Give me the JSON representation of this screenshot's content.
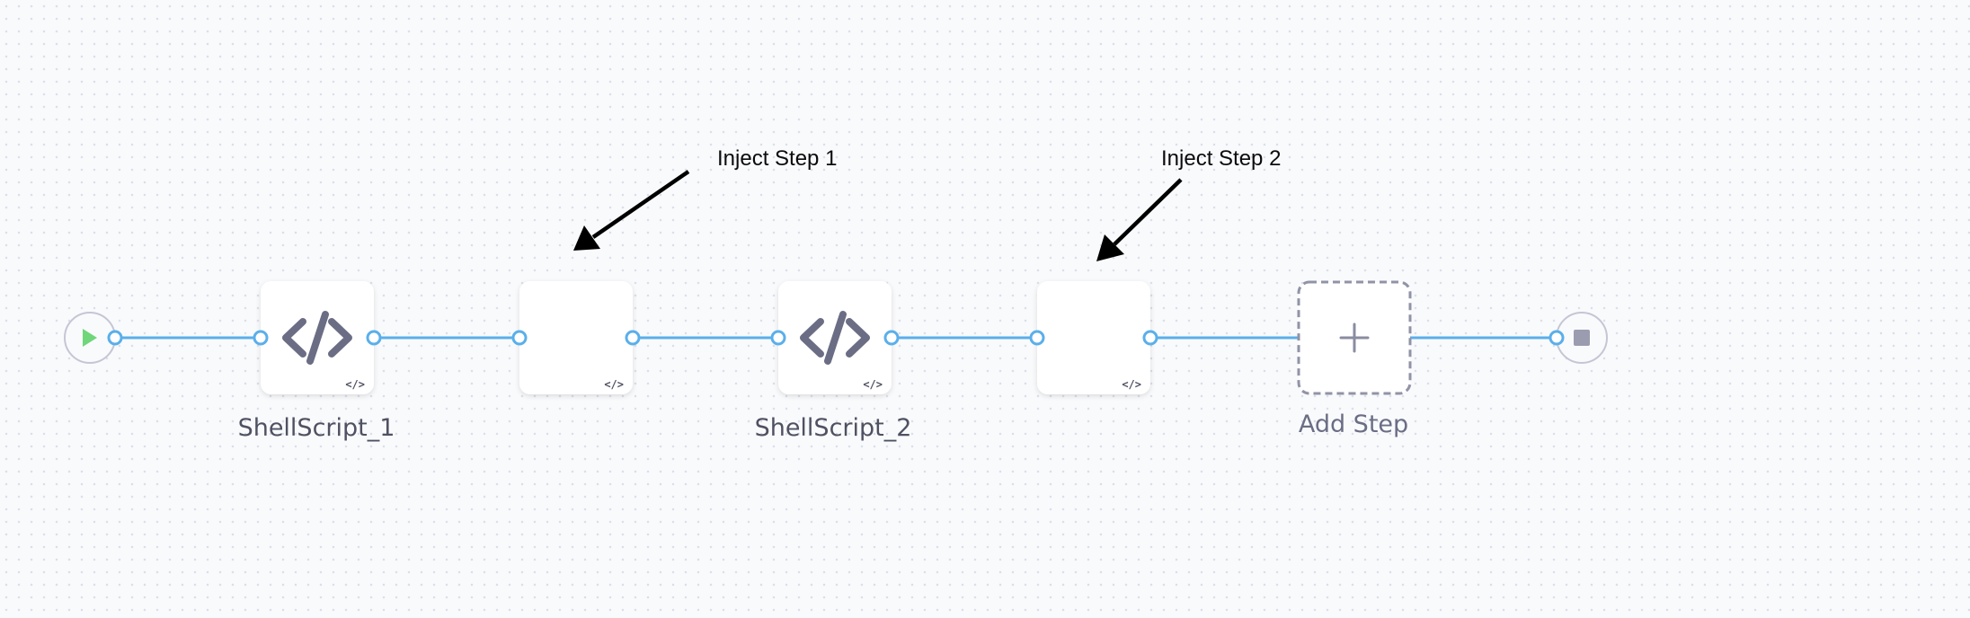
{
  "pipeline": {
    "start_node": {
      "icon": "play-icon"
    },
    "end_node": {
      "icon": "stop-icon"
    },
    "steps": [
      {
        "label": "ShellScript_1",
        "icon": "code-icon",
        "badge_icon": "code-badge-icon",
        "kind": "shell-script"
      },
      {
        "label": "",
        "icon": "",
        "badge_icon": "code-badge-icon",
        "kind": "injected-step"
      },
      {
        "label": "ShellScript_2",
        "icon": "code-icon",
        "badge_icon": "code-badge-icon",
        "kind": "shell-script"
      },
      {
        "label": "",
        "icon": "",
        "badge_icon": "code-badge-icon",
        "kind": "injected-step"
      }
    ],
    "add_step": {
      "label": "Add Step",
      "icon": "plus-icon"
    }
  },
  "annotations": [
    {
      "text": "Inject Step 1"
    },
    {
      "text": "Inject Step 2"
    }
  ],
  "colors": {
    "background": "#f9fafc",
    "grid_dot": "#dcdfe8",
    "connector": "#5aafea",
    "node_fill": "#ffffff",
    "icon": "#6b6d85",
    "start_play": "#6fd67a",
    "stop_square": "#9c9cb0",
    "arrow": "#000000"
  }
}
